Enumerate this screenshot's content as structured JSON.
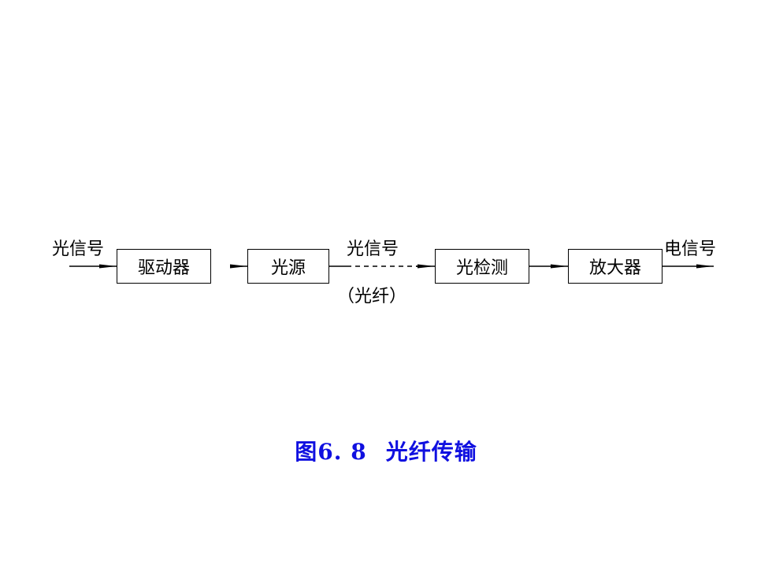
{
  "diagram": {
    "input_label": "光信号",
    "blocks": {
      "driver": "驱动器",
      "light_source": "光源",
      "detector": "光检测",
      "amplifier": "放大器"
    },
    "channel_label": "光信号",
    "channel_sublabel": "（光纤）",
    "output_label": "电信号"
  },
  "caption": {
    "number": "图6. 8",
    "text": "光纤传输"
  },
  "colors": {
    "caption": "#1010e0",
    "lines": "#000000"
  }
}
